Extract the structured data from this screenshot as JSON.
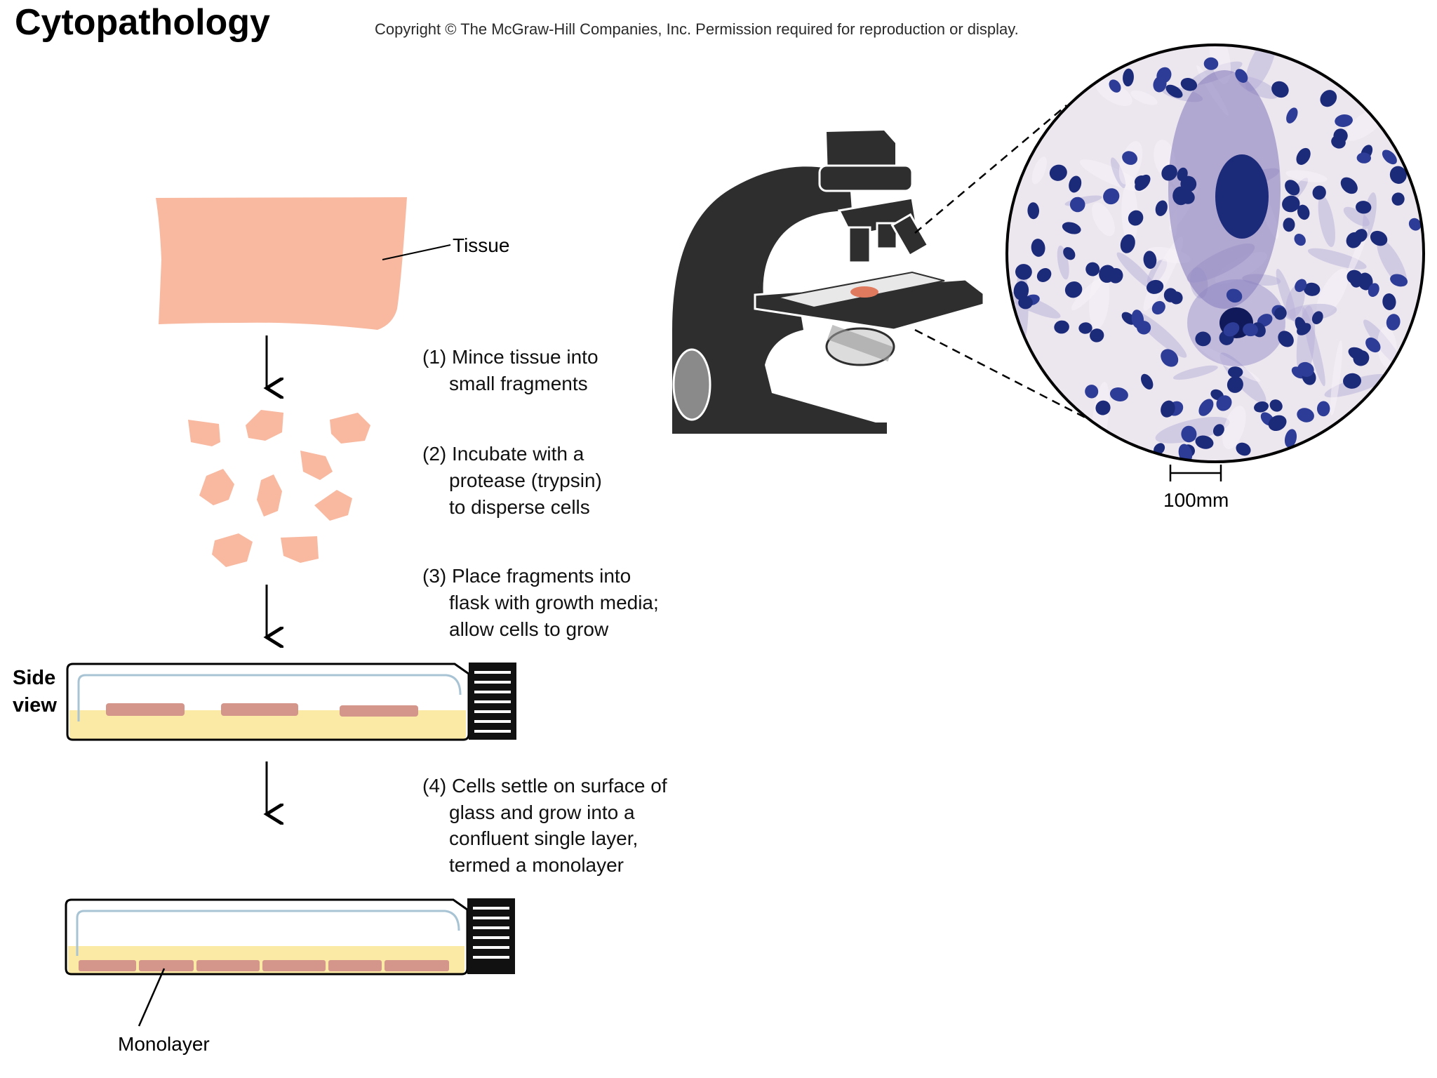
{
  "title": "Cytopathology",
  "copyright": "Copyright © The McGraw-Hill Companies, Inc. Permission required for reproduction or display.",
  "labels": {
    "tissue": "Tissue",
    "side_view_line1": "Side",
    "side_view_line2": "view",
    "monolayer": "Monolayer",
    "scale_bar": "100mm"
  },
  "steps": [
    {
      "lines": [
        "(1) Mince tissue into",
        "small fragments"
      ]
    },
    {
      "lines": [
        "(2) Incubate with a",
        "protease (trypsin)",
        "to disperse cells"
      ]
    },
    {
      "lines": [
        "(3) Place fragments into",
        "flask with growth media;",
        "allow cells to grow"
      ]
    },
    {
      "lines": [
        "(4) Cells settle on surface of",
        "glass and grow into a",
        "confluent single layer,",
        "termed a monolayer"
      ]
    }
  ],
  "colors": {
    "tissue": "#f8b9a0",
    "cell_layer": "#d4958a",
    "media": "#fbe9a6",
    "micrograph_bg": "#ece6ef",
    "nuclei": "#1c2a7a",
    "microscope": "#2e2e2e"
  }
}
